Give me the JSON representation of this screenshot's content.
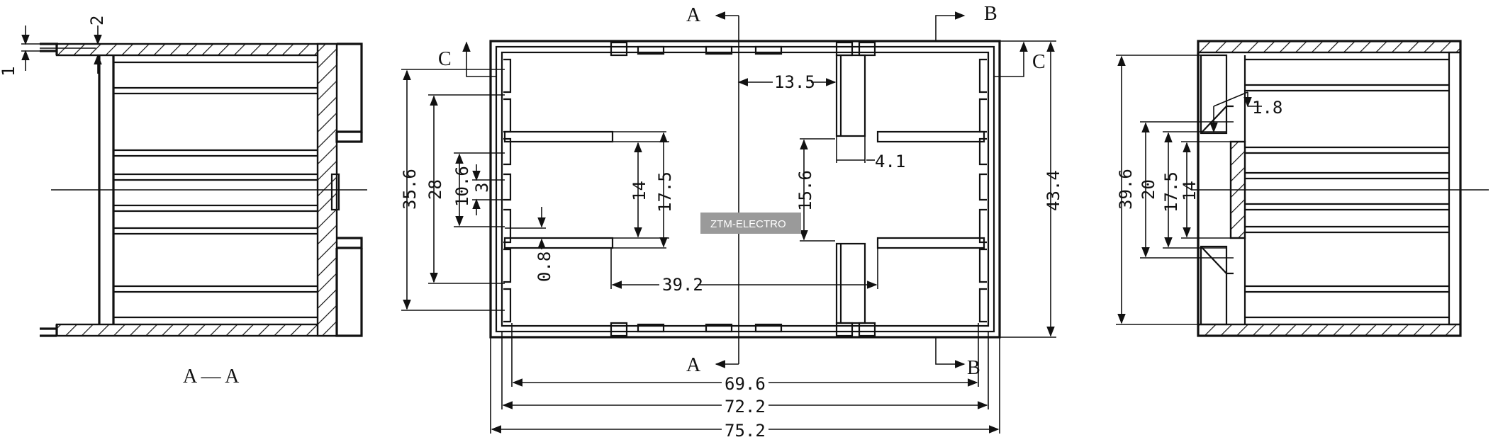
{
  "watermark": "ZTM-ELECTRO",
  "section_label": "A — A",
  "section_markers": {
    "a": "A",
    "b": "B",
    "c": "C"
  },
  "dimensions": {
    "left": {
      "d1": "1",
      "d2": "2"
    },
    "center": {
      "d35_6": "35.6",
      "d28": "28",
      "d10_6": "10.6",
      "d3": "3",
      "d0_8": "0.8",
      "d14": "14",
      "d17_5": "17.5",
      "d39_2": "39.2",
      "d13_5": "13.5",
      "d4_1": "4.1",
      "d15_6": "15.6",
      "d43_4": "43.4",
      "d69_6": "69.6",
      "d72_2": "72.2",
      "d75_2": "75.2"
    },
    "right": {
      "d39_6": "39.6",
      "d20": "20",
      "d17_5": "17.5",
      "d14": "14",
      "d1_8": "1.8"
    }
  }
}
